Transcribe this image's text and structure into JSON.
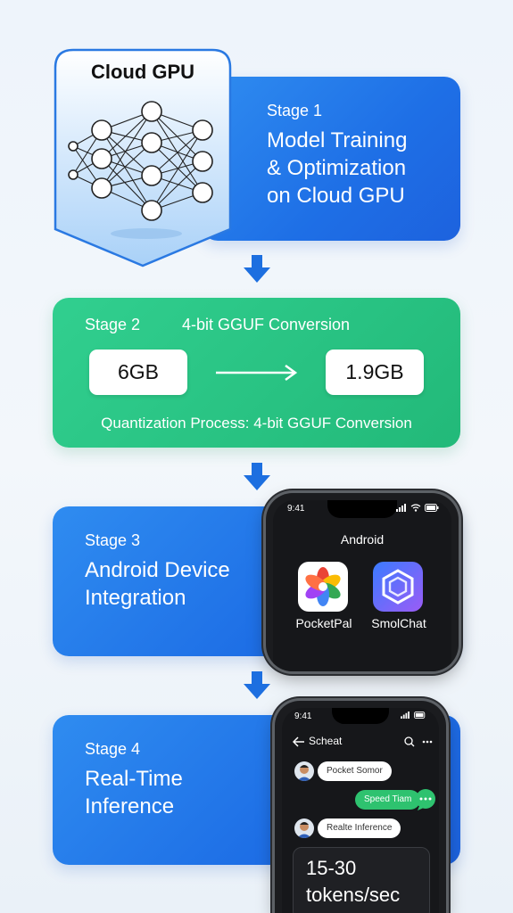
{
  "stage1": {
    "badge_label": "Cloud GPU",
    "stage_label": "Stage 1",
    "title_lines": [
      "Model Training",
      "& Optimization",
      "on Cloud GPU"
    ]
  },
  "stage2": {
    "stage_label": "Stage 2",
    "title": "4-bit GGUF Conversion",
    "from_size": "6GB",
    "to_size": "1.9GB",
    "caption": "Quantization Process: 4-bit GGUF Conversion"
  },
  "stage3": {
    "stage_label": "Stage 3",
    "title_lines": [
      "Android Device",
      "Integration"
    ],
    "phone": {
      "time": "9:41",
      "heading": "Android",
      "apps": [
        {
          "name": "PocketPal"
        },
        {
          "name": "SmolChat"
        }
      ]
    }
  },
  "stage4": {
    "stage_label": "Stage 4",
    "title_lines": [
      "Real-Time",
      "Inference"
    ],
    "phone": {
      "time": "9:41",
      "chat_title": "Scheat",
      "messages": [
        "Pocket Somor",
        "Speed Tiam",
        "Realte Inference"
      ],
      "speed_lines": [
        "15-30",
        "tokens/sec"
      ]
    }
  },
  "colors": {
    "blue": "#1e6fe6",
    "green": "#22b979",
    "arrow": "#1d6fe0"
  },
  "icons": {
    "flow_arrow": "arrow-down-icon",
    "conversion_arrow": "arrow-right-icon",
    "network": "neural-network-icon"
  }
}
